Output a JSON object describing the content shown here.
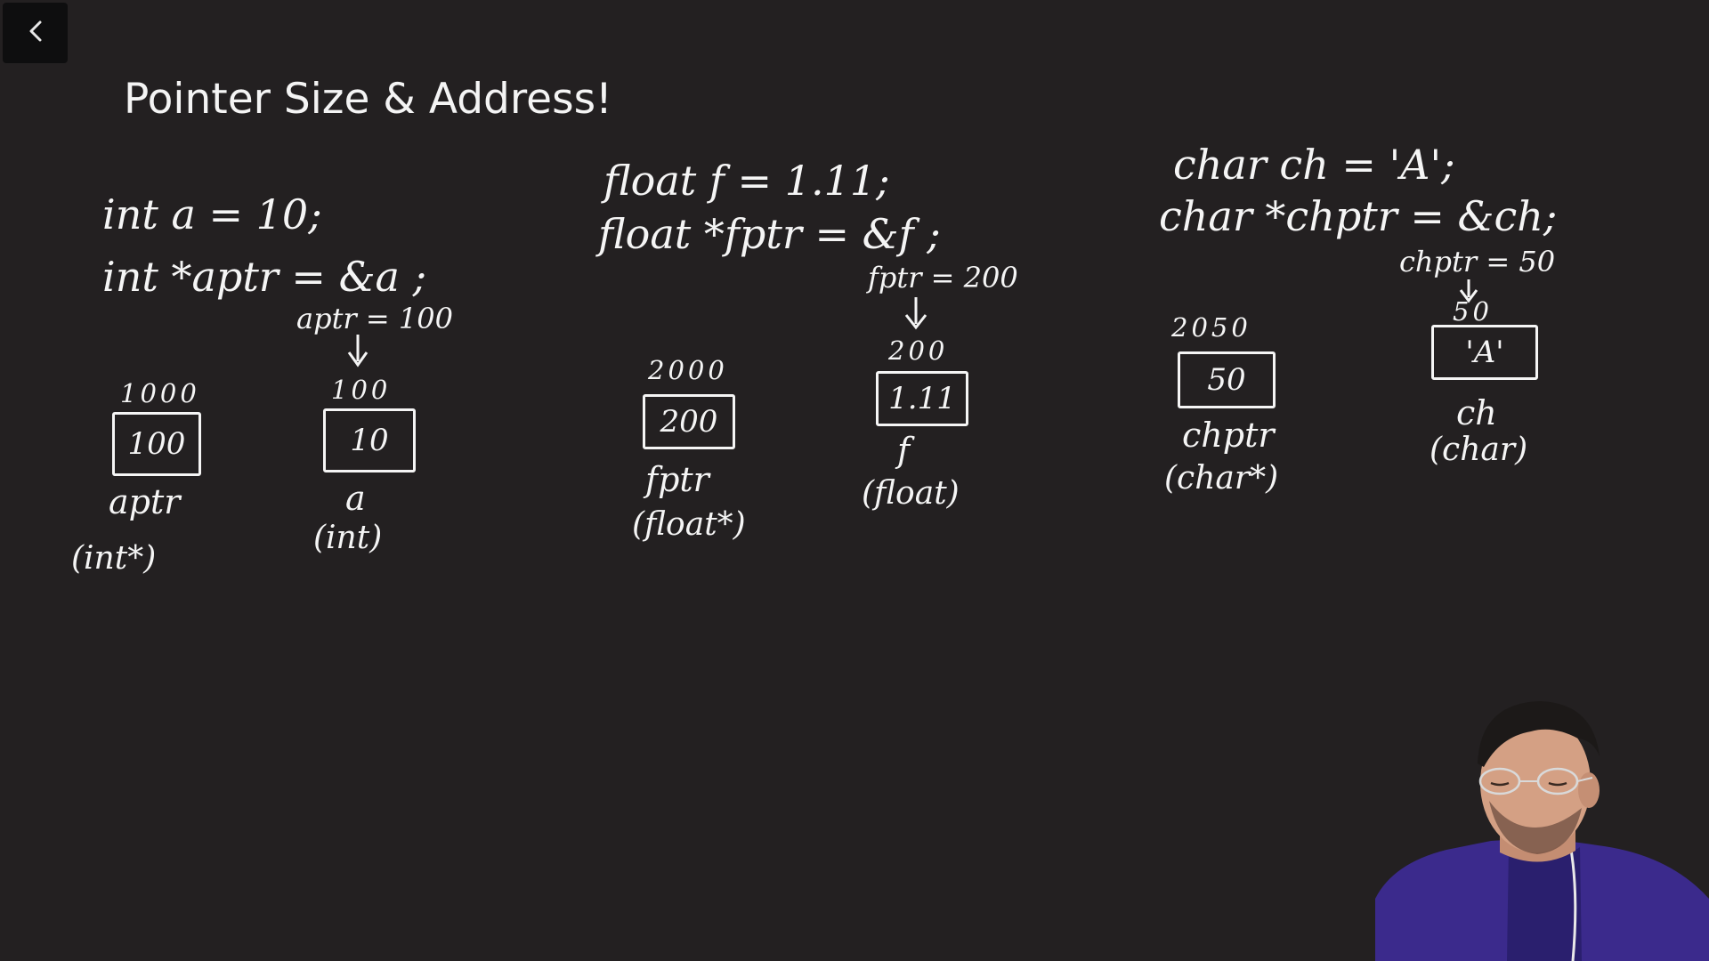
{
  "slide": {
    "title": "Pointer Size & Address!"
  },
  "int_example": {
    "decl_value": "int  a = 10;",
    "decl_pointer": "int *aptr = &a ;",
    "annotation": "aptr = 100",
    "pointer_cell": {
      "address": "1000",
      "value": "100",
      "name": "aptr",
      "type": "(int*)"
    },
    "target_cell": {
      "address": "100",
      "value": "10",
      "name": "a",
      "type": "(int)"
    }
  },
  "float_example": {
    "decl_value": "float f  = 1.11;",
    "decl_pointer": "float *fptr = &f ;",
    "annotation": "fptr = 200",
    "pointer_cell": {
      "address": "2000",
      "value": "200",
      "name": "fptr",
      "type": "(float*)"
    },
    "target_cell": {
      "address": "200",
      "value": "1.11",
      "name": "f",
      "type": "(float)"
    }
  },
  "char_example": {
    "decl_value": "char ch = 'A';",
    "decl_pointer": "char *chptr = &ch;",
    "annotation": "chptr = 50",
    "pointer_cell": {
      "address": "2050",
      "value": "50",
      "name": "chptr",
      "type": "(char*)"
    },
    "target_cell": {
      "address": "50",
      "value": "'A'",
      "name": "ch",
      "type": "(char)"
    }
  },
  "icons": {
    "back": "chevron-left-icon"
  },
  "colors": {
    "background": "#232021",
    "ink": "#f5f5f5",
    "back_button": "#0e0e0f"
  }
}
